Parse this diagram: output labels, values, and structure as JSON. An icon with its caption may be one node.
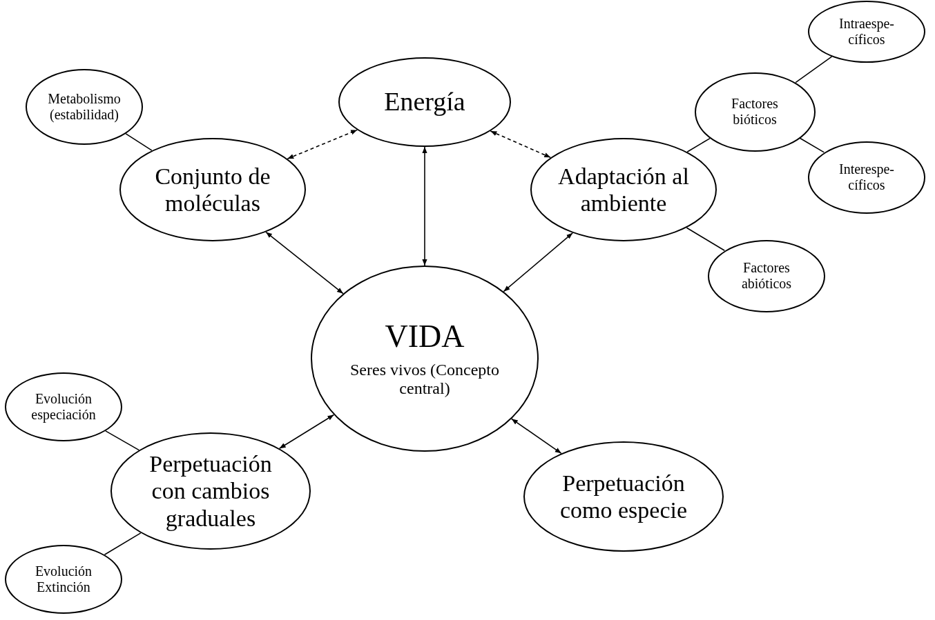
{
  "diagram": {
    "nodes": [
      {
        "text": [
          "VIDA",
          "Seres vivos (Concepto central)"
        ]
      },
      {
        "text": [
          "Energía"
        ]
      },
      {
        "text": [
          "Conjunto de moléculas"
        ]
      },
      {
        "text": [
          "Metabolismo (estabilidad)"
        ]
      },
      {
        "text": [
          "Adaptación al ambiente"
        ]
      },
      {
        "text": [
          "Factores bióticos"
        ]
      },
      {
        "text": [
          "Intraespe- cíficos"
        ]
      },
      {
        "text": [
          "Interespe- cíficos"
        ]
      },
      {
        "text": [
          "Factores abióticos"
        ]
      },
      {
        "text": [
          "Perpetuación con cambios graduales"
        ]
      },
      {
        "text": [
          "Evolución especiación"
        ]
      },
      {
        "text": [
          "Evolución Extinción"
        ]
      },
      {
        "text": [
          "Perpetuación como especie"
        ]
      }
    ],
    "edges": [
      {
        "from": 2,
        "to": 1,
        "arrow": "both",
        "style": "dashed"
      },
      {
        "from": 1,
        "to": 4,
        "arrow": "both",
        "style": "dashed"
      },
      {
        "from": 3,
        "to": 2,
        "arrow": "none"
      },
      {
        "from": 1,
        "to": 0,
        "arrow": "both"
      },
      {
        "from": 2,
        "to": 0,
        "arrow": "both"
      },
      {
        "from": 4,
        "to": 0,
        "arrow": "both"
      },
      {
        "from": 5,
        "to": 6,
        "arrow": "none"
      },
      {
        "from": 4,
        "to": 5,
        "arrow": "none"
      },
      {
        "from": 5,
        "to": 7,
        "arrow": "none"
      },
      {
        "from": 4,
        "to": 8,
        "arrow": "none"
      },
      {
        "from": 0,
        "to": 9,
        "arrow": "both"
      },
      {
        "from": 0,
        "to": 12,
        "arrow": "both"
      },
      {
        "from": 10,
        "to": 9,
        "arrow": "none"
      },
      {
        "from": 9,
        "to": 11,
        "arrow": "none"
      }
    ]
  }
}
